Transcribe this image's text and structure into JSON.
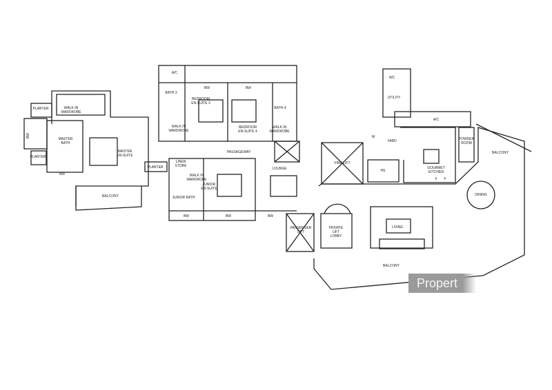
{
  "rooms": {
    "planter_1": "PLANTER",
    "planter_2": "PLANTER",
    "planter_3": "PLANTER",
    "walk_in_wardrobe_master": "WALK-IN\nWARDROBE",
    "bw_master_vertical": "BW",
    "master_bath": "MASTER\nBATH",
    "master_en_suite": "MASTER\nEN-SUITE",
    "bw_master": "BW",
    "balcony_master": "BALCONY",
    "ac_1": "A/C",
    "bath_3": "BATH 3",
    "bw_bed3": "BW",
    "bw_bed4": "BW",
    "bedroom_en_suite_3": "BEDROOM\nEN-SUITE 3",
    "walk_in_wardrobe_3": "WALK IN\nWARDROBE",
    "bedroom_en_suite_4": "BEDROOM\nEN-SUITE 4",
    "bath_4": "BATH 4",
    "walk_in_wardrobe_4": "WALK IN\nWARDROBE",
    "passageway": "PASSAGEWAY",
    "linen_store": "LINEN\nSTORE",
    "walk_in_wardrobe_junior": "WALK IN\nWARDROBE",
    "junior_en_suite": "JUNIOR\nEN-SUITE",
    "junior_bath": "JUNIOR BATH",
    "bw_junior_1": "BW",
    "bw_junior_2": "BW",
    "bw_junior_3": "BW",
    "lounge": "LOUNGE",
    "wc": "WC",
    "utility": "UTILITY",
    "ac_2": "A/C",
    "w": "W",
    "yard": "YARD",
    "fire_lift": "FIRE LIFT",
    "hs": "HS",
    "gourmet_kitchen": "GOURMET\nKITCHEN",
    "fridge_1": "F",
    "fridge_2": "F",
    "powder_room": "POWDER\nROOM",
    "balcony_dining": "BALCONY",
    "dining": "DINING",
    "passenger_lift": "PASSENGER\nLIFT",
    "private_lift_lobby": "PRIVATE\nLIFT\nLOBBY",
    "living": "LIVING",
    "balcony_living": "BALCONY"
  },
  "watermark": "Propert"
}
